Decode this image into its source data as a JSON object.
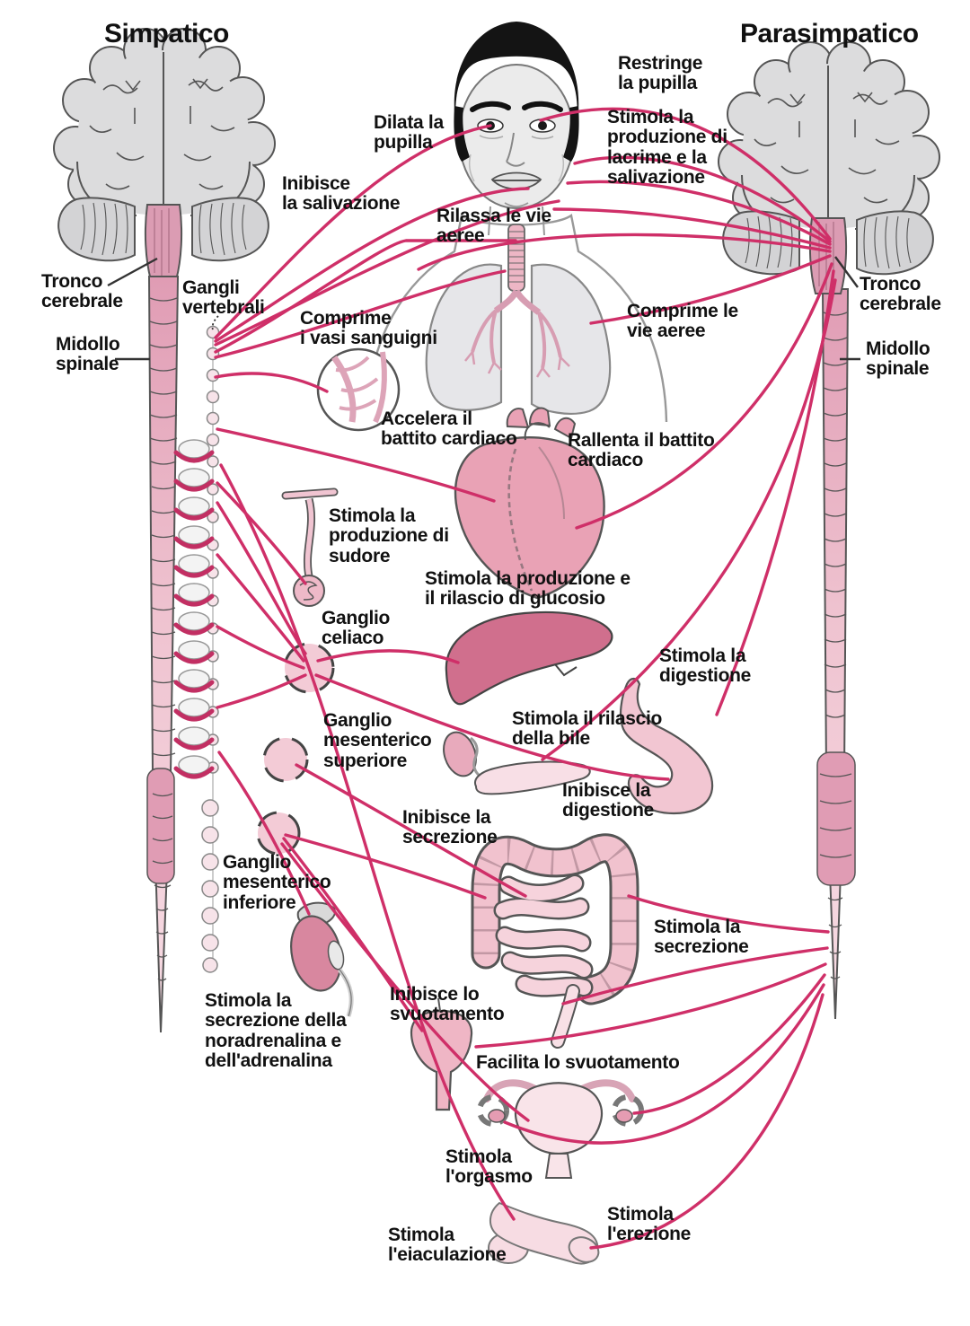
{
  "titles": {
    "left": "Simpatico",
    "right": "Parasimpatico"
  },
  "labels": {
    "dilata_pupilla": "Dilata la\npupilla",
    "restringe_pupilla": "Restringe\nla pupilla",
    "stimola_lacrime": "Stimola la\nproduzione di\nlacrime e la\nsalivazione",
    "inibisce_salivazione": "Inibisce\nla salivazione",
    "rilassa_vie_aeree": "Rilassa le vie\naeree",
    "tronco_cerebrale_left": "Tronco\ncerebrale",
    "tronco_cerebrale_right": "Tronco\ncerebrale",
    "midollo_spinale_left": "Midollo\nspinale",
    "midollo_spinale_right": "Midollo\nspinale",
    "gangli_vertebrali": "Gangli\nvertebrali",
    "comprime_vasi": "Comprime\ni vasi sanguigni",
    "comprime_vie_aeree": "Comprime le\nvie aeree",
    "accelera_battito": "Accelera il\nbattito cardiaco",
    "rallenta_battito": "Rallenta il battito\ncardiaco",
    "stimola_sudore": "Stimola la\nproduzione di\nsudore",
    "stimola_glucosio": "Stimola la produzione e\nil rilascio di glucosio",
    "ganglio_celiaco": "Ganglio\nceliaco",
    "stimola_digestione": "Stimola la\ndigestione",
    "ganglio_mes_sup": "Ganglio\nmesenterico\nsuperiore",
    "stimola_bile": "Stimola il rilascio\ndella bile",
    "inibisce_digestione": "Inibisce la\ndigestione",
    "inibisce_secrezione": "Inibisce la\nsecrezione",
    "ganglio_mes_inf": "Ganglio\nmesenterico\ninferiore",
    "stimola_secrezione": "Stimola la\nsecrezione",
    "stimola_noradrenalina": "Stimola la\nsecrezione della\nnoradrenalina e\ndell'adrenalina",
    "inibisce_svuotamento": "Inibisce lo\nsvuotamento",
    "facilita_svuotamento": "Facilita lo svuotamento",
    "stimola_orgasmo": "Stimola\nl'orgasmo",
    "stimola_eiaculazione": "Stimola\nl'eiaculazione",
    "stimola_erezione": "Stimola\nl'erezione"
  },
  "colors": {
    "nerve": "#cf2f68",
    "ganglia_arc": "#c22f63",
    "brain_gray": "#dcdcdd",
    "cord_pink_dark": "#e09cb4",
    "cord_pink_light": "#f7dce4",
    "heart_pink": "#e9a2b5",
    "liver_rose": "#d06f8d",
    "stomach_pink": "#f2c6d2",
    "intestine_pink": "#f1c2ce",
    "kidney_pink": "#d8879f",
    "uterus_pink": "#f9e4e9",
    "lung_gray": "#e6e6e9",
    "hair_black": "#141414",
    "label_black": "#111111"
  }
}
